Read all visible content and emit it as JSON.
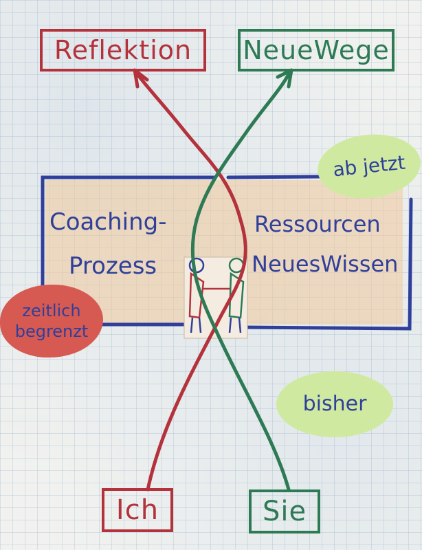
{
  "boxes": {
    "reflektion": "Reflektion",
    "neue_wege": "NeueWege",
    "ich": "Ich",
    "sie": "Sie"
  },
  "center": {
    "left_line1": "Coaching-",
    "left_line2": "Prozess",
    "right_line1": "Ressourcen",
    "right_line2": "NeuesWissen"
  },
  "blobs": {
    "ab_jetzt": "ab jetzt",
    "zeitlich_line1": "zeitlich",
    "zeitlich_line2": "begrenzt",
    "bisher": "bisher"
  },
  "colors": {
    "red": "#b3323b",
    "green": "#2d7a55",
    "blue": "#2f3f9a",
    "orange_fill": "#f0c99a",
    "green_blob": "#cfeaa0",
    "red_blob": "#d65a52"
  }
}
